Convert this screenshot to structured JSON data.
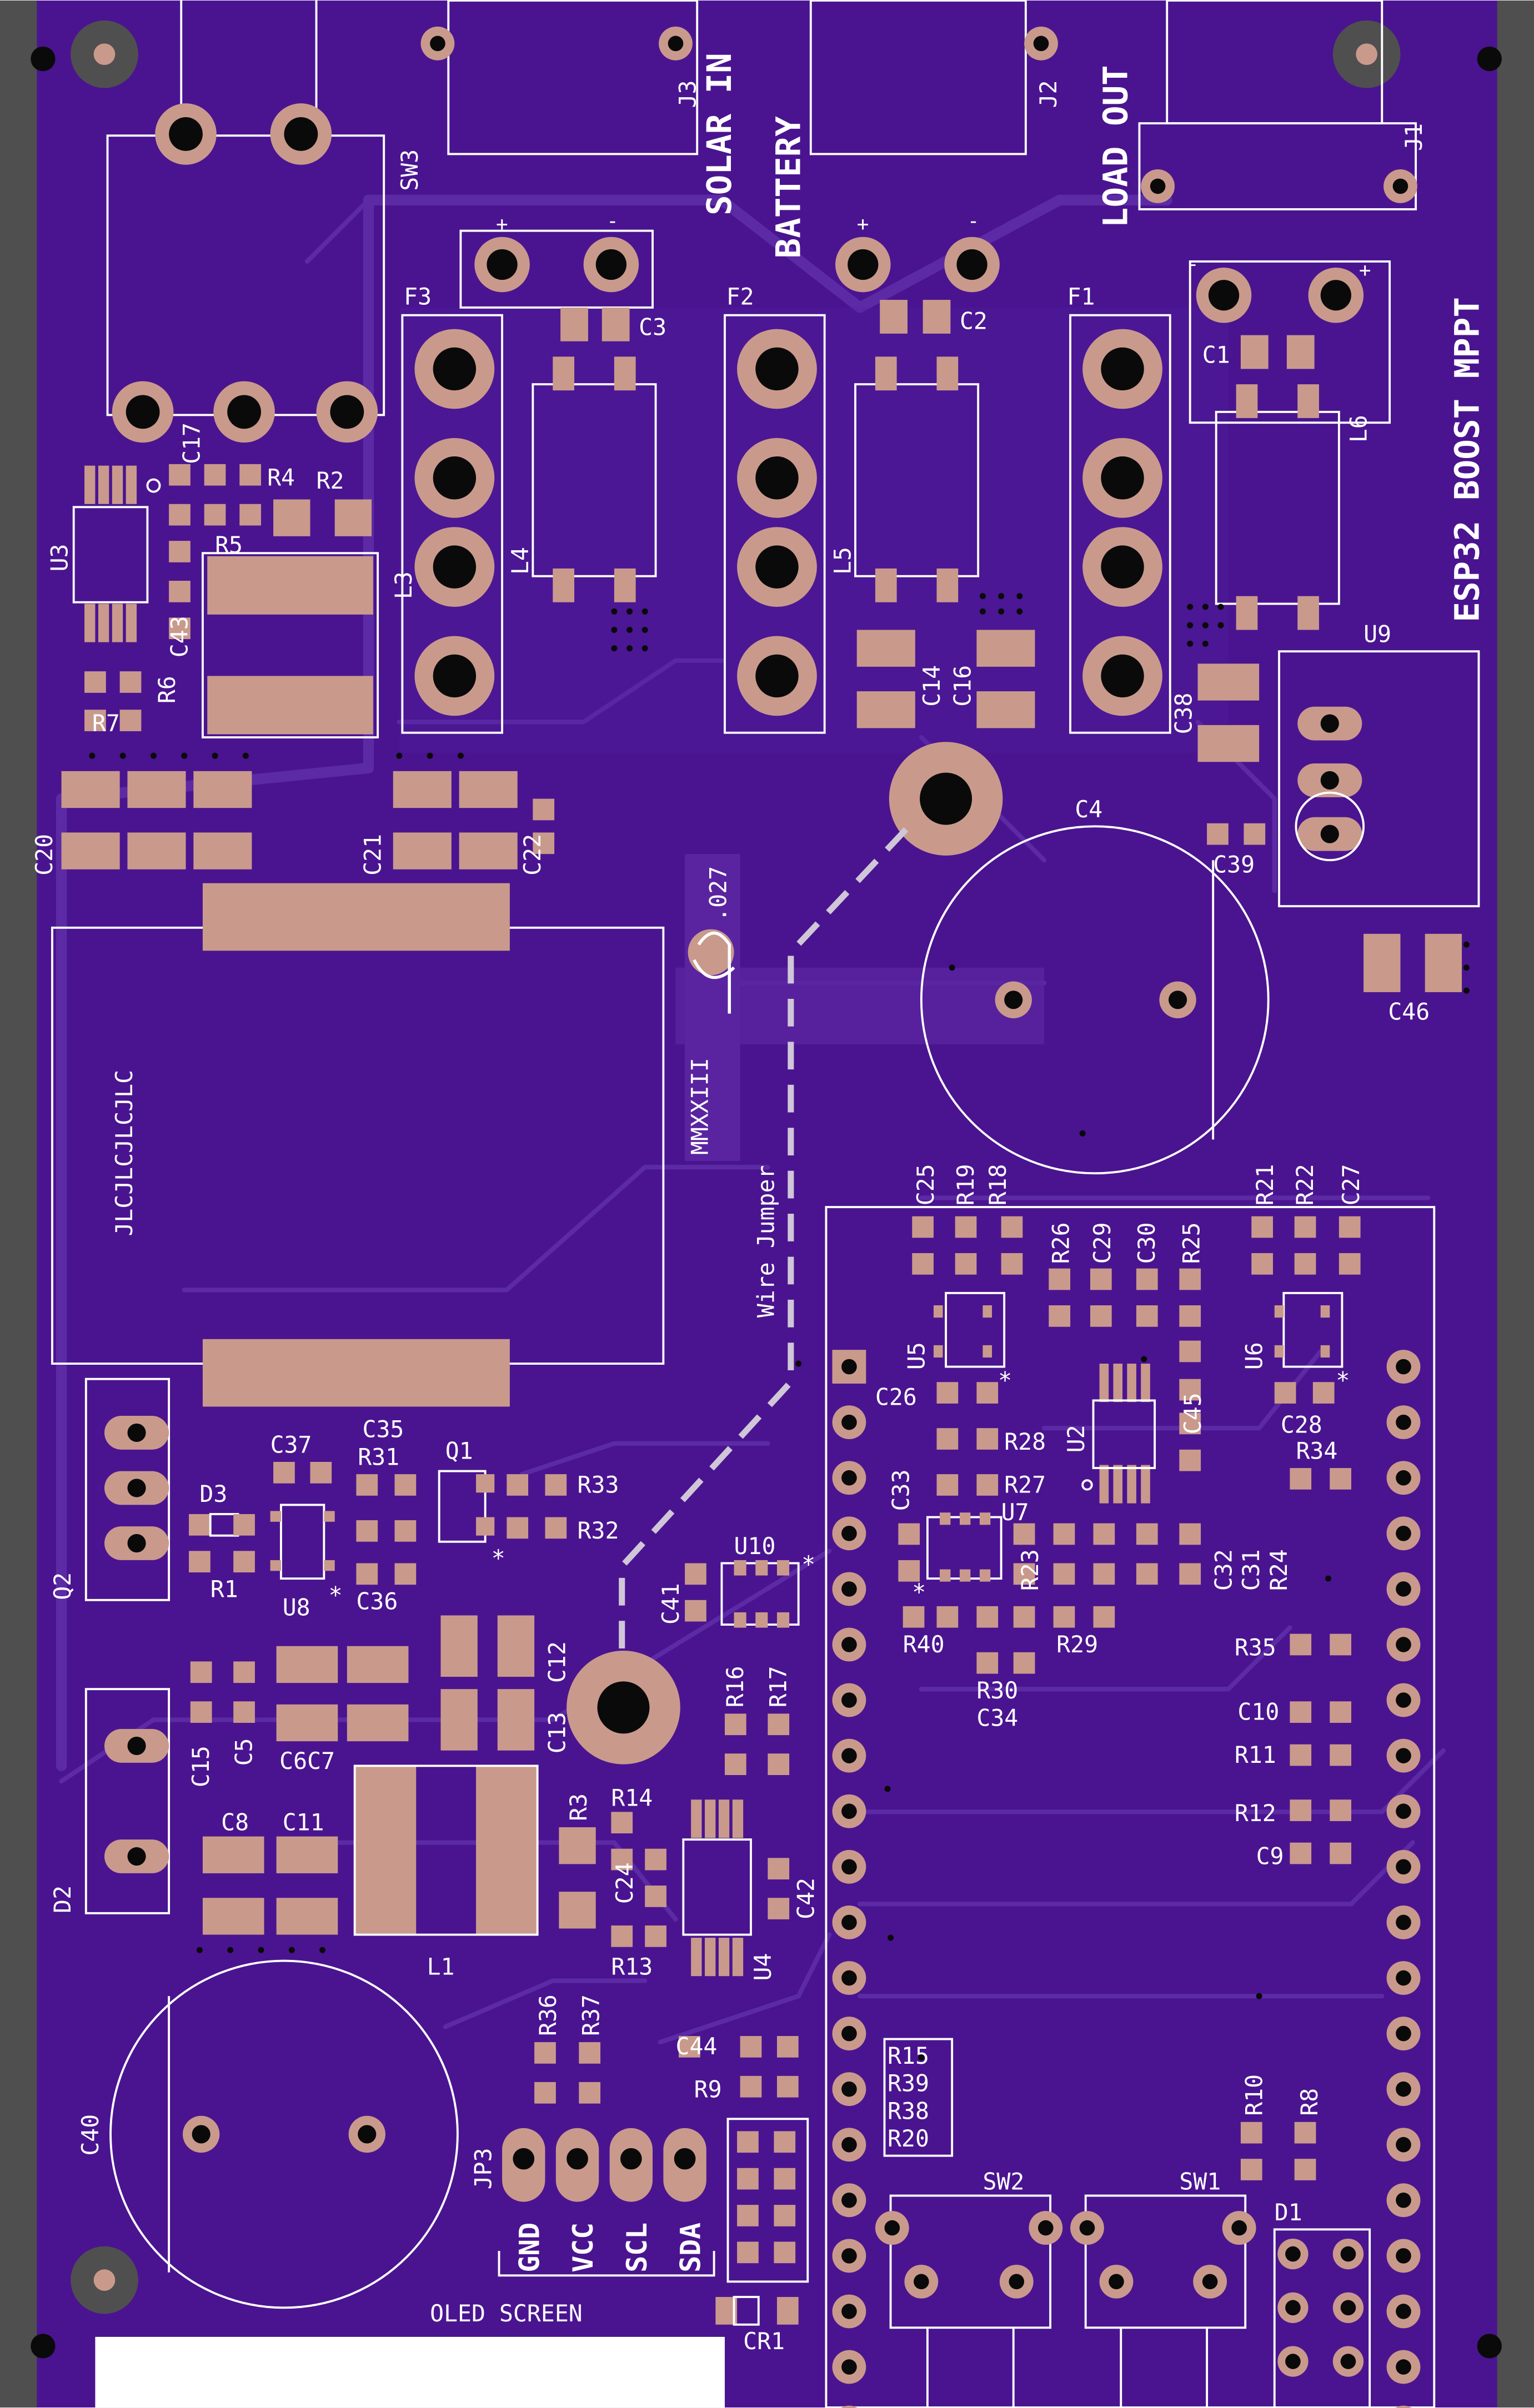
{
  "board_title": "ESP32 BOOST MPPT",
  "year": "MMXXIII",
  "thickness": ".027",
  "wire_jumper": "Wire Jumper",
  "logo_text": "JLCJLCJLCJLC",
  "connectors": {
    "solar_in": "SOLAR IN",
    "battery": "BATTERY",
    "load_out": "LOAD OUT"
  },
  "oled": {
    "title": "OLED SCREEN",
    "pins": [
      "GND",
      "VCC",
      "SCL",
      "SDA"
    ]
  },
  "polarity": {
    "plus": "+",
    "minus": "-"
  },
  "refdes": {
    "J3": "J3",
    "J2": "J2",
    "J1": "J1",
    "SW3": "SW3",
    "F1": "F1",
    "F2": "F2",
    "F3": "F3",
    "C1": "C1",
    "C2": "C2",
    "C3": "C3",
    "C4": "C4",
    "C5": "C5",
    "C6C7": "C6C7",
    "C8": "C8",
    "C9": "C9",
    "C10": "C10",
    "C11": "C11",
    "C12": "C12",
    "C13": "C13",
    "C14": "C14",
    "C15": "C15",
    "C16": "C16",
    "C17": "C17",
    "C20": "C20",
    "C21": "C21",
    "C22": "C22",
    "C24": "C24",
    "C25": "C25",
    "C26": "C26",
    "C27": "C27",
    "C28": "C28",
    "C29": "C29",
    "C30": "C30",
    "C31": "C31",
    "C32": "C32",
    "C33": "C33",
    "C34": "C34",
    "C35": "C35",
    "C36": "C36",
    "C37": "C37",
    "C38": "C38",
    "C39": "C39",
    "C40": "C40",
    "C41": "C41",
    "C42": "C42",
    "C43": "C43",
    "C44": "C44",
    "C45": "C45",
    "C46": "C46",
    "L1": "L1",
    "L3": "L3",
    "L4": "L4",
    "L5": "L5",
    "L6": "L6",
    "U2": "U2",
    "U3": "U3",
    "U4": "U4",
    "U5": "U5",
    "U6": "U6",
    "U7": "U7",
    "U8": "U8",
    "U9": "U9",
    "U10": "U10",
    "R1": "R1",
    "R2": "R2",
    "R3": "R3",
    "R4": "R4",
    "R5": "R5",
    "R6": "R6",
    "R7": "R7",
    "R8": "R8",
    "R9": "R9",
    "R10": "R10",
    "R11": "R11",
    "R12": "R12",
    "R13": "R13",
    "R14": "R14",
    "R16": "R16",
    "R17": "R17",
    "R18": "R18",
    "R19": "R19",
    "R21": "R21",
    "R22": "R22",
    "R23": "R23",
    "R24": "R24",
    "R25": "R25",
    "R26": "R26",
    "R27": "R27",
    "R28": "R28",
    "R29": "R29",
    "R30": "R30",
    "R31": "R31",
    "R32": "R32",
    "R33": "R33",
    "R34": "R34",
    "R35": "R35",
    "R36": "R36",
    "R37": "R37",
    "R40": "R40",
    "R15": "R15",
    "R39": "R39",
    "R38": "R38",
    "R20": "R20",
    "Q1": "Q1",
    "Q2": "Q2",
    "D1": "D1",
    "D2": "D2",
    "D3": "D3",
    "SW1": "SW1",
    "SW2": "SW2",
    "JP3": "JP3",
    "CR1": "CR1"
  },
  "colors": {
    "board": "#4a1490",
    "copper_fill": "#5a24a0",
    "edge": "#4f4f4f",
    "pad": "#c99a8c",
    "silk": "#ffffff",
    "hole": "#0a0a0a"
  }
}
